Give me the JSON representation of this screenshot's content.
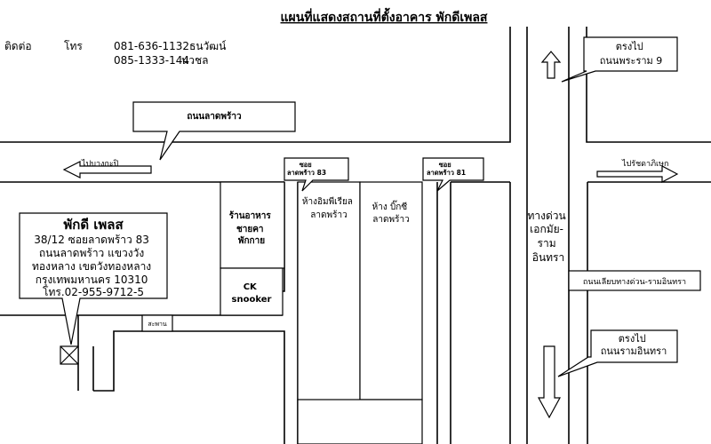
{
  "title": "แผนที่แสดงสถานที่ตั้งอาคาร   พักดีเพลส",
  "contact": {
    "label": "ติดต่อ",
    "phone_label": "โทร",
    "phone1": "081-636-1132",
    "name1": "ธนวัฒน์",
    "phone2": "085-1333-144",
    "name2": "นวชล"
  },
  "roads": {
    "lat_phrao": "ถนนลาดพร้าว",
    "to_bang_kapi": "ไปบางกะปิ",
    "to_ratchada": "ไปรัชดาภิเษก",
    "expressway": [
      "ทางด่วน",
      "เอกมัย-",
      "ราม",
      "อินทรา"
    ],
    "parallel_road": "ถนนเลียบทางด่วน-รามอินทรา",
    "to_rama9": [
      "ตรงไป",
      "ถนนพระราม  9"
    ],
    "to_ram_inthra": [
      "ตรงไป",
      "ถนนรามอินทรา"
    ]
  },
  "sois": {
    "soi83": [
      "ซอย",
      "ลาดพร้าว 83"
    ],
    "soi81": [
      "ซอย",
      "ลาดพร้าว 81"
    ],
    "bridge": "สะพาน"
  },
  "buildings": {
    "restaurant": [
      "ร้านอาหาร",
      "ชายคา",
      "พักกาย"
    ],
    "ck_snooker": [
      "CK",
      "snooker"
    ],
    "imperial": [
      "ห้างอิมพีเรียล",
      "ลาดพร้าว"
    ],
    "big_c": [
      "ห้าง บิ๊กซี",
      "ลาดพร้าว"
    ]
  },
  "place": {
    "name": "พักดี เพลส",
    "address": [
      "38/12  ซอยลาดพร้าว 83",
      "ถนนลาดพร้าว แขวงวัง",
      "ทองหลาง เขตวังทองหลาง",
      "กรุงเทพมหานคร  10310",
      "โทร.02-955-9712-5"
    ]
  }
}
